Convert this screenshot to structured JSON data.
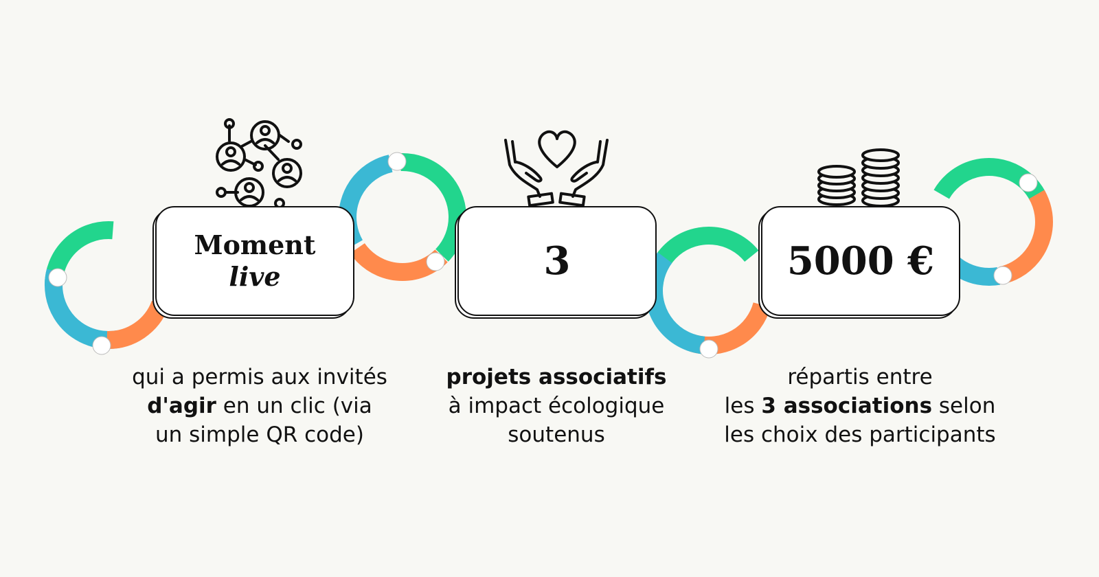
{
  "colors": {
    "green": "#22d58d",
    "blue": "#3bb8d4",
    "orange": "#ff8a4c",
    "card_border": "#111111",
    "background": "#f8f8f4"
  },
  "icons": [
    "people-network-icon",
    "hands-heart-icon",
    "coin-stacks-icon"
  ],
  "cards": [
    {
      "line1": "Moment",
      "line2": "live"
    },
    {
      "value": "3"
    },
    {
      "value": "5000 €"
    }
  ],
  "descriptions": {
    "first": {
      "l1": "qui a permis aux invités",
      "l2_bold": "d'agir",
      "l2_rest": " en un clic (via",
      "l3": "un simple QR code)"
    },
    "second": {
      "l1_bold": "projets associatifs",
      "l2": "à impact écologique",
      "l3": "soutenus"
    },
    "third": {
      "l1": "répartis entre",
      "l2_pre": "les ",
      "l2_bold": "3 associations",
      "l2_post": " selon",
      "l3": "les choix des participants"
    }
  }
}
